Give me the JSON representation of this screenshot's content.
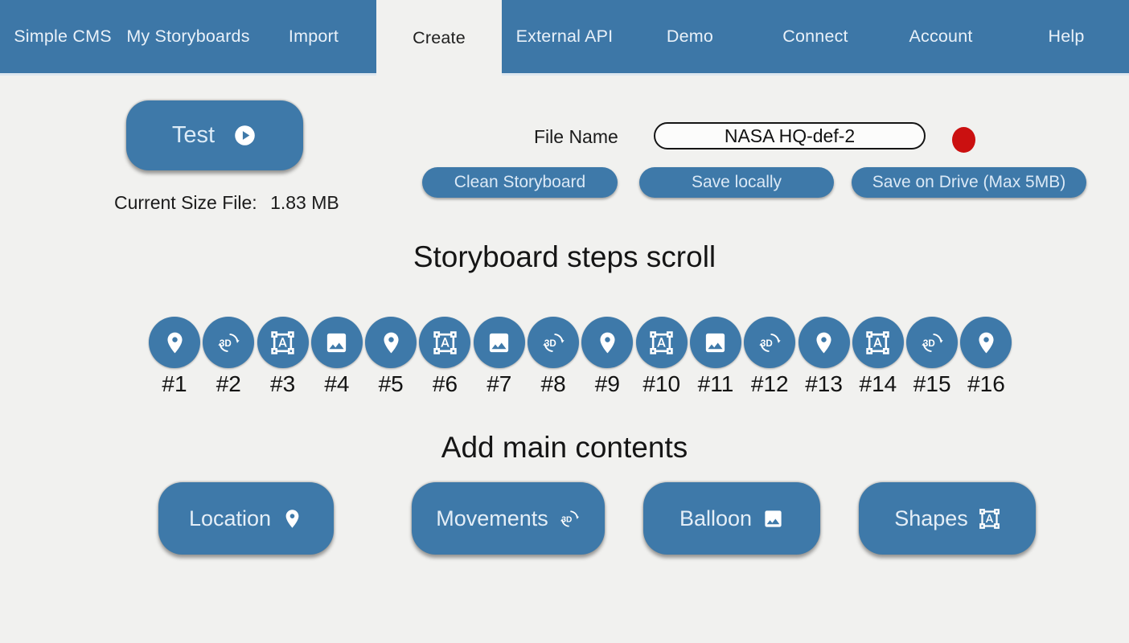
{
  "colors": {
    "primary": "#3e79a9",
    "primary-dark": "#3d77a7",
    "bg": "#f1f1ef",
    "record": "#cb1010"
  },
  "nav": {
    "items": [
      {
        "label": "Simple CMS",
        "active": false
      },
      {
        "label": "My Storyboards",
        "active": false
      },
      {
        "label": "Import",
        "active": false
      },
      {
        "label": "Create",
        "active": true
      },
      {
        "label": "External API",
        "active": false
      },
      {
        "label": "Demo",
        "active": false
      },
      {
        "label": "Connect",
        "active": false
      },
      {
        "label": "Account",
        "active": false
      },
      {
        "label": "Help",
        "active": false
      }
    ]
  },
  "toolbar": {
    "test_label": "Test",
    "test_icon": "play-circle",
    "size_label": "Current Size File:",
    "size_value": "1.83 MB",
    "file_name_label": "File Name",
    "file_name_value": "NASA HQ-def-2",
    "record_indicator": "red-dot",
    "clean_label": "Clean Storyboard",
    "save_local_label": "Save locally",
    "save_drive_label": "Save on Drive (Max 5MB)"
  },
  "steps": {
    "heading": "Storyboard steps scroll",
    "items": [
      {
        "label": "#1",
        "icon": "location-pin"
      },
      {
        "label": "#2",
        "icon": "rotate-3d"
      },
      {
        "label": "#3",
        "icon": "format-shapes"
      },
      {
        "label": "#4",
        "icon": "image"
      },
      {
        "label": "#5",
        "icon": "location-pin"
      },
      {
        "label": "#6",
        "icon": "format-shapes"
      },
      {
        "label": "#7",
        "icon": "image"
      },
      {
        "label": "#8",
        "icon": "rotate-3d"
      },
      {
        "label": "#9",
        "icon": "location-pin"
      },
      {
        "label": "#10",
        "icon": "format-shapes"
      },
      {
        "label": "#11",
        "icon": "image"
      },
      {
        "label": "#12",
        "icon": "rotate-3d"
      },
      {
        "label": "#13",
        "icon": "location-pin"
      },
      {
        "label": "#14",
        "icon": "format-shapes"
      },
      {
        "label": "#15",
        "icon": "rotate-3d"
      },
      {
        "label": "#16",
        "icon": "location-pin"
      }
    ]
  },
  "contents": {
    "heading": "Add main contents",
    "buttons": [
      {
        "label": "Location",
        "icon": "location-pin"
      },
      {
        "label": "Movements",
        "icon": "rotate-3d"
      },
      {
        "label": "Balloon",
        "icon": "image"
      },
      {
        "label": "Shapes",
        "icon": "format-shapes"
      }
    ]
  }
}
